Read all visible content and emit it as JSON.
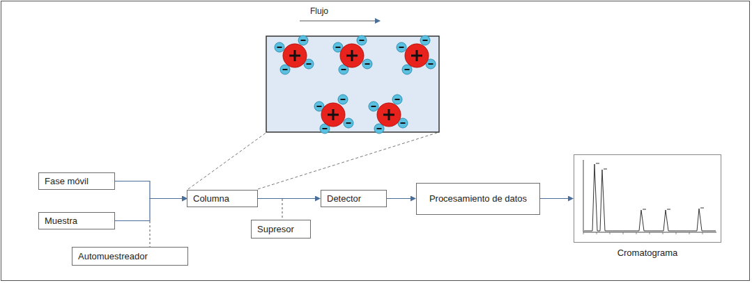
{
  "diagram": {
    "nodes": [
      {
        "text": [
          "Fase móvil"
        ]
      },
      {
        "text": [
          "Muestra"
        ]
      },
      {
        "text": [
          "Automuestreador"
        ]
      },
      {
        "text": [
          "Columna"
        ]
      },
      {
        "text": [
          "Supresor"
        ]
      },
      {
        "text": [
          "Detector"
        ]
      },
      {
        "text": [
          "Procesamiento de datos"
        ]
      },
      {
        "text": [
          "Cromatograma"
        ]
      }
    ],
    "edges": [
      {
        "from": 0,
        "to": 3,
        "arrow": "to"
      },
      {
        "from": 1,
        "to": 3,
        "arrow": "to"
      },
      {
        "from": 3,
        "to": 5,
        "arrow": "to"
      },
      {
        "from": 5,
        "to": 6,
        "arrow": "to"
      },
      {
        "from": 6,
        "to": 7,
        "arrow": "to"
      }
    ],
    "labels": [
      "Flujo"
    ]
  }
}
